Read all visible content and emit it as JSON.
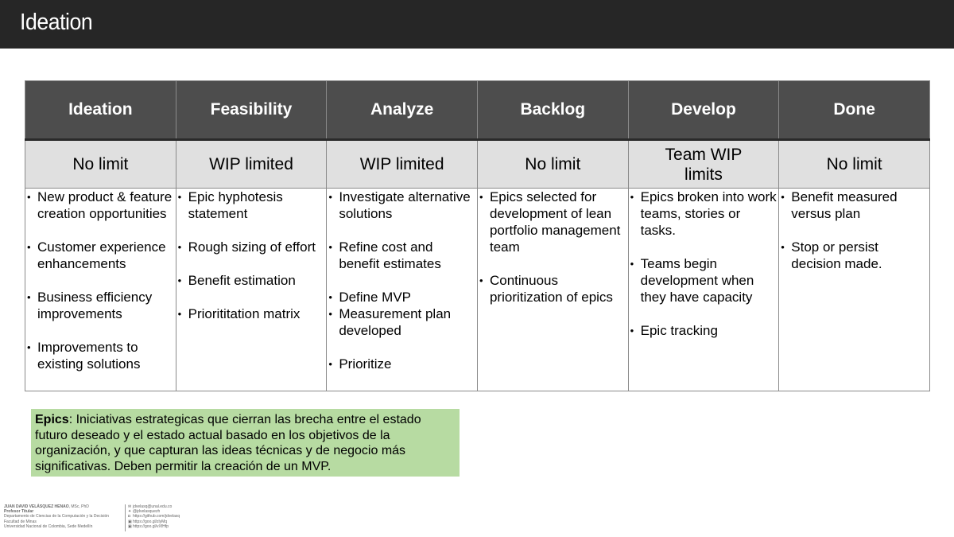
{
  "header": {
    "title": "Ideation"
  },
  "columns": [
    {
      "title": "Ideation",
      "limit": "No limit",
      "items": [
        "New product & feature creation opportunities",
        "Customer experience enhancements",
        "Business efficiency improvements",
        "Improvements to existing solutions"
      ]
    },
    {
      "title": "Feasibility",
      "limit": "WIP limited",
      "items": [
        "Epic hyphotesis statement",
        "Rough sizing of effort",
        "Benefit estimation",
        "Priorititation matrix"
      ]
    },
    {
      "title": "Analyze",
      "limit": "WIP limited",
      "items": [
        "Investigate alternative solutions",
        "Refine cost and benefit estimates",
        "Define MVP",
        "Measurement plan developed",
        "Prioritize"
      ]
    },
    {
      "title": "Backlog",
      "limit": "No limit",
      "items": [
        "Epics selected for development of lean portfolio management team",
        "Continuous prioritization of epics"
      ]
    },
    {
      "title": "Develop",
      "limit": "Team WIP limits",
      "items": [
        "Epics broken into work teams, stories or tasks.",
        "Teams begin development when they have capacity",
        "Epic tracking"
      ]
    },
    {
      "title": "Done",
      "limit": "No limit",
      "items": [
        "Benefit measured versus plan",
        "Stop or persist decision made."
      ]
    }
  ],
  "epics_note": {
    "term": "Epics",
    "text": ": Iniciativas estrategicas que cierran las brecha entre el estado futuro deseado y el estado actual basado en los objetivos de la organización, y que capturan las ideas técnicas y de negocio más significativas. Deben permitir la creación de un MVP."
  },
  "footer": {
    "name": "JUAN DAVID VELÁSQUEZ HENAO",
    "degree": ", MSc, PhD",
    "role": "Profesor Titular",
    "dept": "Departamento de Ciencias de la Computación y la Decisión",
    "faculty": "Facultad de Minas",
    "university": "Universidad Nacional de Colombia, Sede Medellín",
    "links": [
      "jdvelasq@unal.edu.co",
      "@jdvelasquezh",
      "https://github.com/jdvelasq",
      "https://goo.gl/zlyMq",
      "https://goo.gl/vXfHfp"
    ],
    "accent": "#666666"
  },
  "colors": {
    "topbar": "#262626",
    "column_header": "#4d4d4d",
    "limit_row": "#e0e0e0",
    "note_bg": "#b7dba2"
  }
}
